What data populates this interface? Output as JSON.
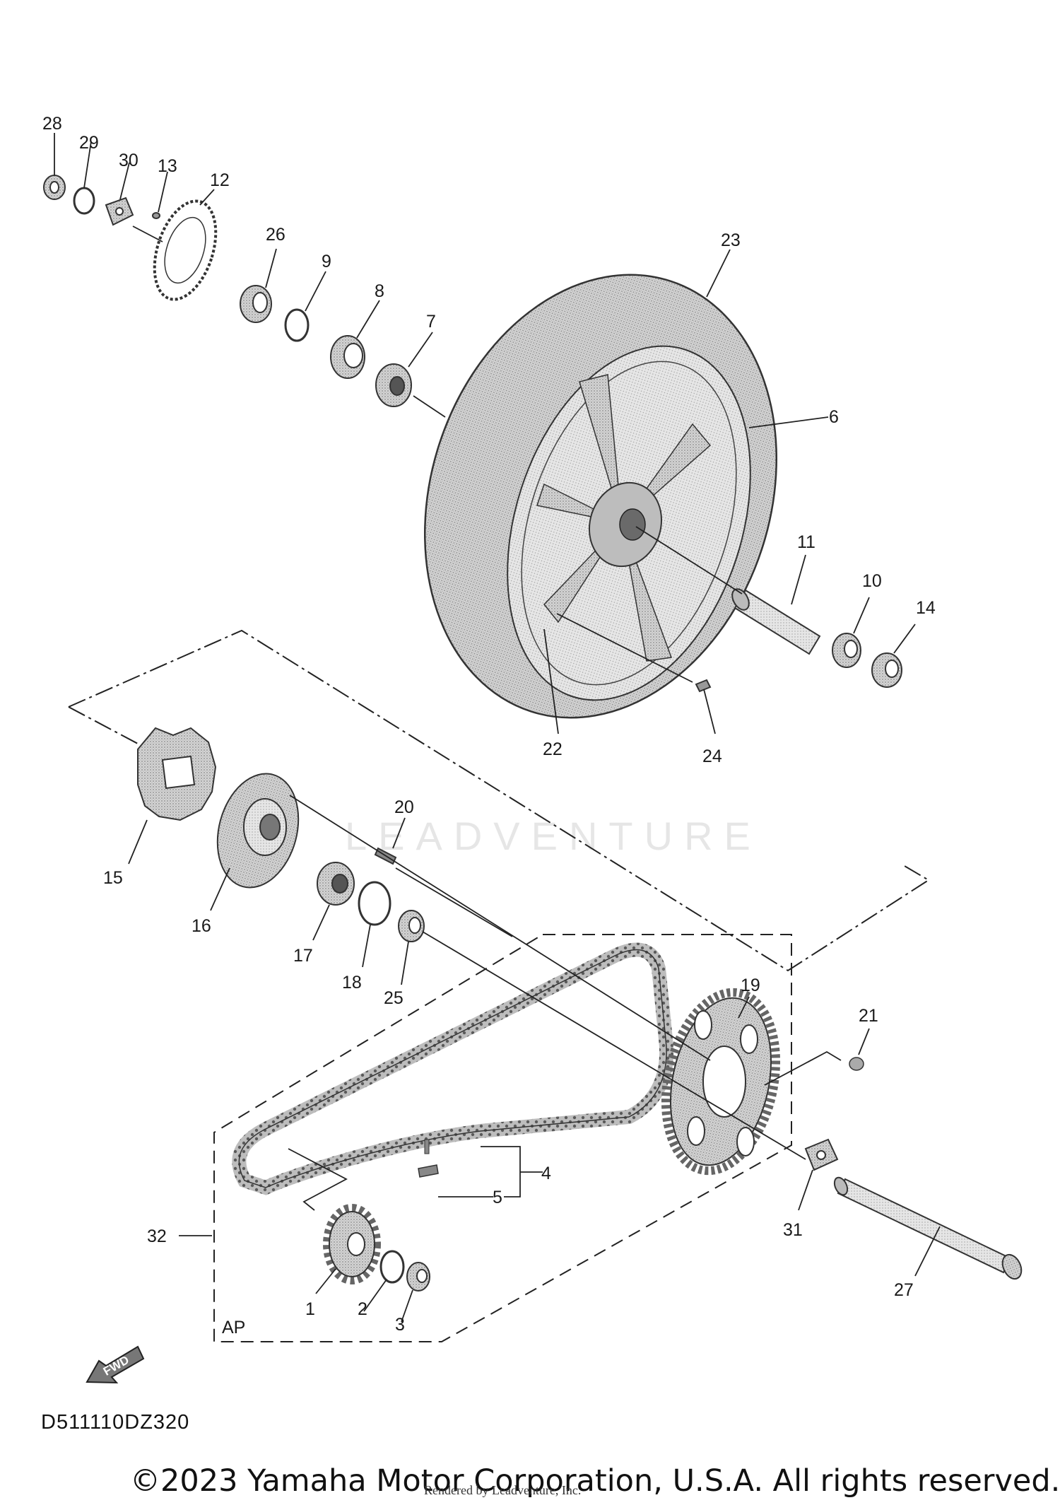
{
  "diagram_code": "D511110DZ320",
  "copyright": "©2023 Yamaha Motor Corporation, U.S.A. All rights reserved.",
  "rendered_by": "Rendered by Leadventure, Inc.",
  "watermark": "LEADVENTURE",
  "box_label": "AP",
  "fwd_label": "FWD",
  "callouts": {
    "c1": "1",
    "c2": "2",
    "c3": "3",
    "c4": "4",
    "c5": "5",
    "c6": "6",
    "c7": "7",
    "c8": "8",
    "c9": "9",
    "c10": "10",
    "c11": "11",
    "c12": "12",
    "c13": "13",
    "c14": "14",
    "c15": "15",
    "c16": "16",
    "c17": "17",
    "c18": "18",
    "c19": "19",
    "c20": "20",
    "c21": "21",
    "c22": "22",
    "c23": "23",
    "c24": "24",
    "c25": "25",
    "c26": "26",
    "c27": "27",
    "c28": "28",
    "c29": "29",
    "c30": "30",
    "c31": "31",
    "c32": "32"
  }
}
